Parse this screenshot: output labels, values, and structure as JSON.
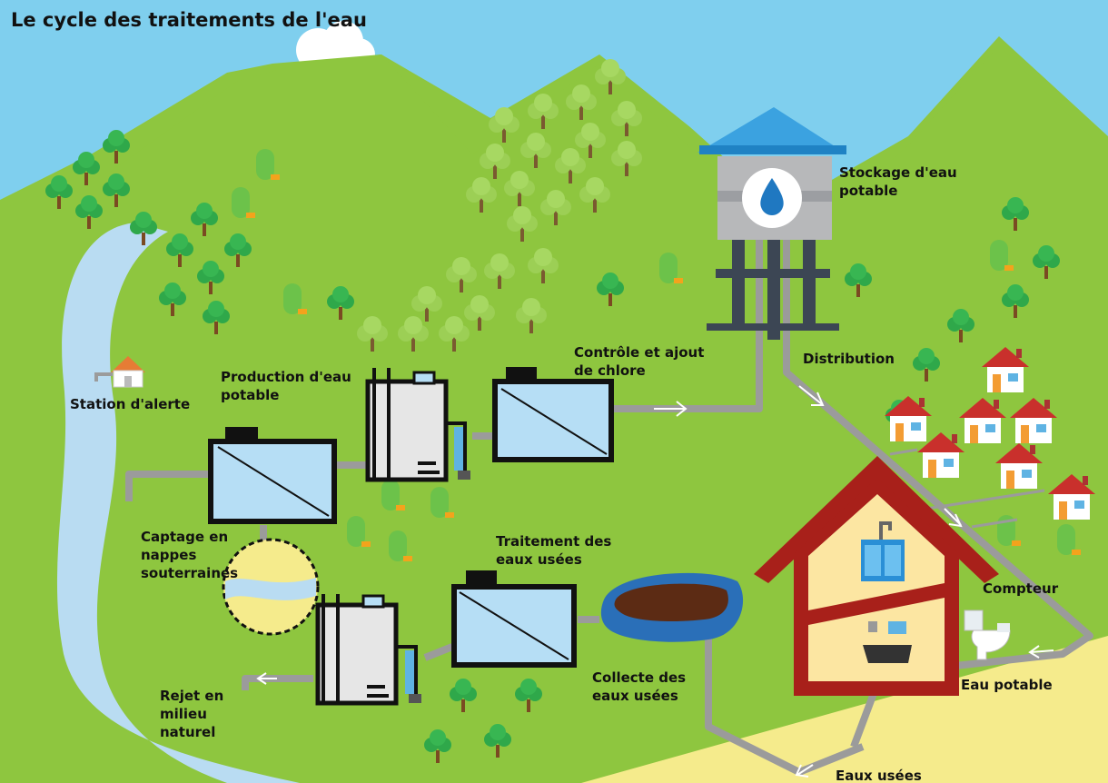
{
  "title": "Le cycle des traitements de l'eau",
  "labels": {
    "stockage": "Stockage d'eau\npotable",
    "distribution": "Distribution",
    "controle": "Contrôle et ajout\nde chlore",
    "production": "Production d'eau\npotable",
    "station": "Station d'alerte",
    "captage": "Captage en\nnappes\nsouterraines",
    "traitement": "Traitement des\neaux usées",
    "collecte": "Collecte des\neaux usées",
    "rejet": "Rejet en\nmilieu\nnaturel",
    "compteur": "Compteur",
    "eau_potable": "Eau potable",
    "eaux_usees": "Eaux usées"
  },
  "colors": {
    "sky": "#7fcfee",
    "grass": "#8ec63f",
    "river": "#b9dcf2",
    "sand": "#f5eb8c",
    "pipe": "#9b9b9b",
    "tank": "#b6def5",
    "roof_blue": "#3ba2e0",
    "house_red": "#a8201a"
  }
}
